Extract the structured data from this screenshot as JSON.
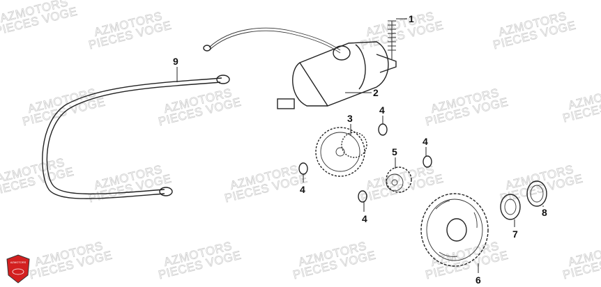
{
  "diagram": {
    "watermark": {
      "line1": "AZMOTORS",
      "line2": "PIECES VOGE"
    },
    "logo": {
      "text": "AZMOTORS",
      "color": "#d32020"
    },
    "callouts": {
      "c1": "1",
      "c2": "2",
      "c3": "3",
      "c4a": "4",
      "c4b": "4",
      "c4c": "4",
      "c4d": "4",
      "c5": "5",
      "c6": "6",
      "c7": "7",
      "c8": "8",
      "c9": "9"
    }
  }
}
